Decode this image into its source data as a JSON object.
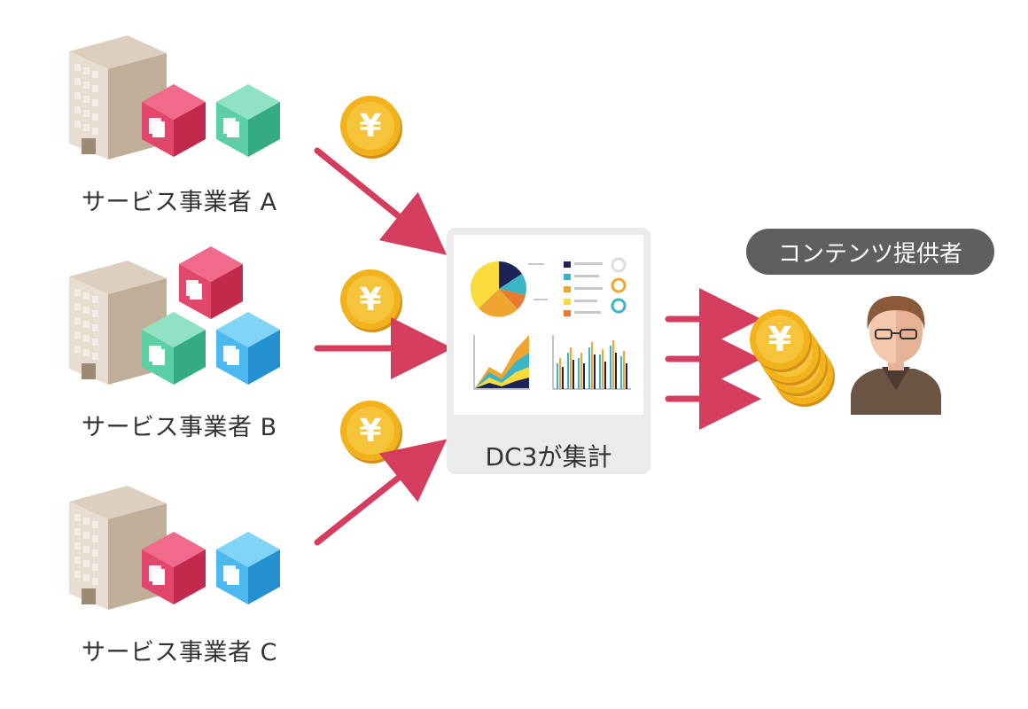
{
  "providers": [
    {
      "label": "サービス事業者 A"
    },
    {
      "label": "サービス事業者 B"
    },
    {
      "label": "サービス事業者 C"
    }
  ],
  "aggregator": {
    "label": "DC3が集計"
  },
  "recipient": {
    "label": "コンテンツ提供者"
  },
  "coin_symbol": "¥",
  "colors": {
    "arrow": "#d43d5e",
    "coin": "#f2b21c",
    "pill": "#5f5f5f",
    "panel": "#ebebeb",
    "cube_pink": "#e2476b",
    "cube_green": "#48c59a",
    "cube_blue": "#3aa8e6",
    "building": "#cbbba7"
  }
}
